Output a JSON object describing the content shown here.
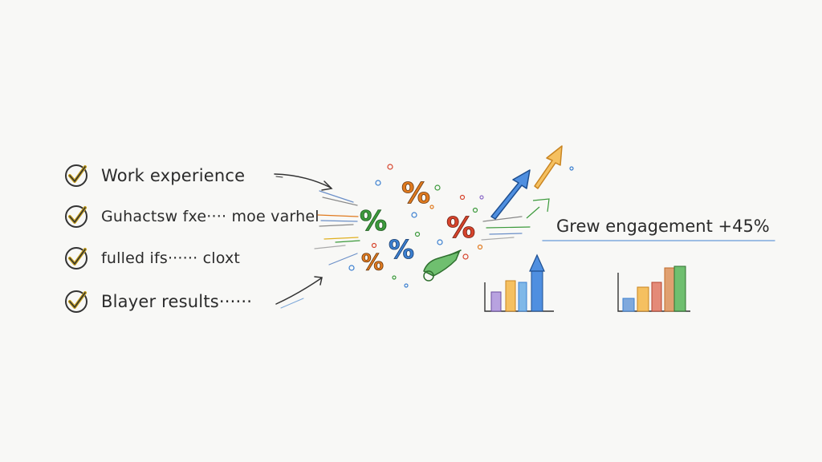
{
  "checklist": [
    {
      "label": "Work experience"
    },
    {
      "label": "Guhactsw fxe···· moe varhel"
    },
    {
      "label": "fulled ifs······ cloxt"
    },
    {
      "label": "Blayer results······"
    }
  ],
  "headline": "Grew engagement +45%",
  "percent_symbol": "%",
  "colors": {
    "ink": "#2b2b2b",
    "orange": "#e07a1f",
    "green": "#3c9a3c",
    "blue": "#3b7fd0",
    "red": "#d6442c",
    "purple": "#8c6bc8"
  },
  "icons": [
    "check-icon",
    "arrow-icon",
    "percent-icon",
    "trend-arrow-icon",
    "bar-chart-icon"
  ]
}
